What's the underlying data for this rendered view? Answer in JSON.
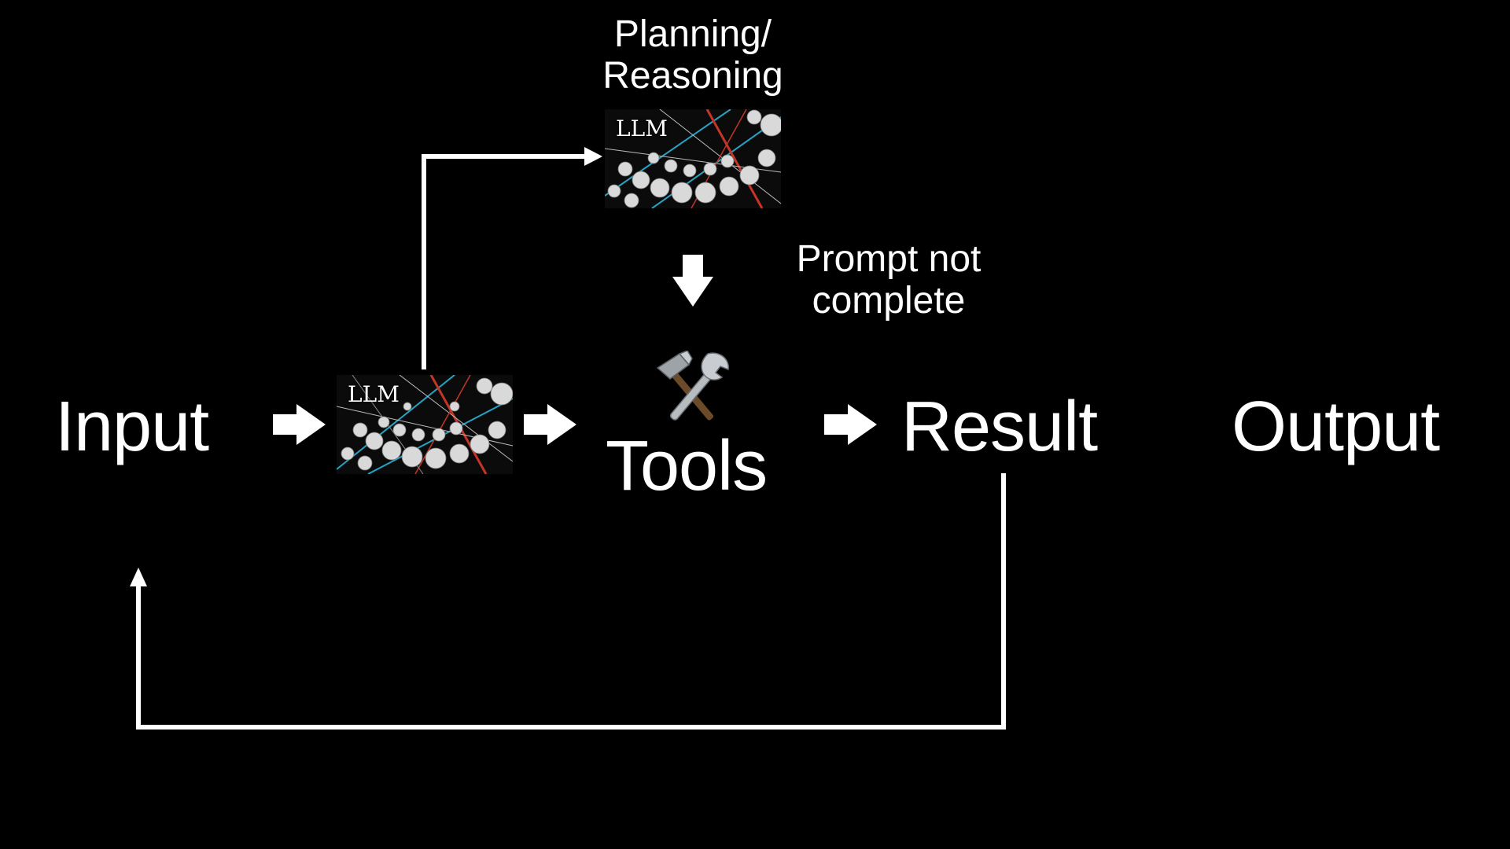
{
  "diagram": {
    "nodes": {
      "input": "Input",
      "llm_main": "LLM",
      "tools": "Tools",
      "result": "Result",
      "output": "Output",
      "planning_title": "Planning/",
      "planning_subtitle": "Reasoning",
      "llm_planning": "LLM",
      "prompt_line1": "Prompt not",
      "prompt_line2": "complete"
    },
    "icons": {
      "tools": "hammer-and-wrench-icon",
      "arrow": "right-arrow-icon",
      "down_arrow": "down-arrow-icon"
    },
    "colors": {
      "background": "#000000",
      "foreground": "#ffffff",
      "accent_red": "#d93a2b",
      "accent_cyan": "#2bb4d9"
    }
  }
}
